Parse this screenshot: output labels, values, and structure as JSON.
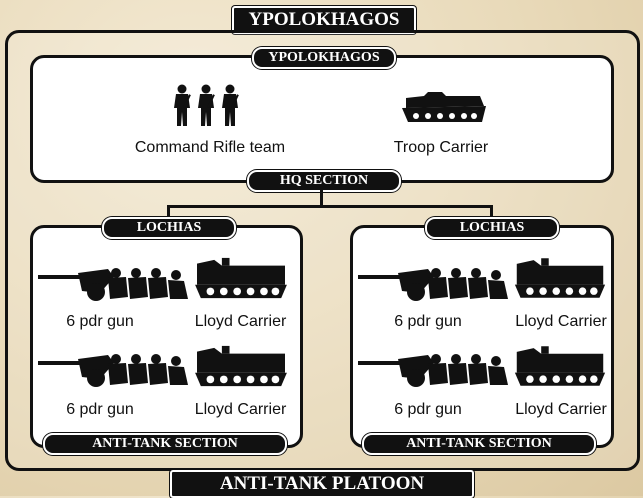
{
  "platoon": {
    "top_title": "Ypolokhagos",
    "bottom_title": "Anti-tank Platoon"
  },
  "hq": {
    "title": "Ypolokhagos",
    "section_label": "HQ Section",
    "units": [
      {
        "label": "Command Rifle team",
        "icon": "rifle-team-icon"
      },
      {
        "label": "Troop Carrier",
        "icon": "troop-carrier-icon"
      }
    ]
  },
  "sections": [
    {
      "title": "Lochias",
      "footer": "Anti-tank Section",
      "rows": [
        {
          "gun": "6 pdr gun",
          "carrier": "Lloyd Carrier"
        },
        {
          "gun": "6 pdr gun",
          "carrier": "Lloyd Carrier"
        }
      ]
    },
    {
      "title": "Lochias",
      "footer": "Anti-tank Section",
      "rows": [
        {
          "gun": "6 pdr gun",
          "carrier": "Lloyd Carrier"
        },
        {
          "gun": "6 pdr gun",
          "carrier": "Lloyd Carrier"
        }
      ]
    }
  ]
}
